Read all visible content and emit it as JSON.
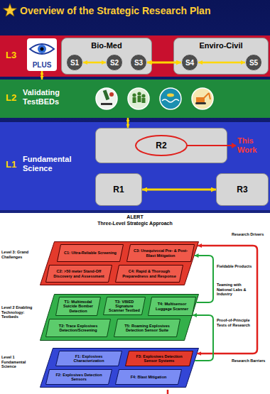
{
  "diagram": {
    "title": "Overview of the Strategic Research Plan",
    "nodes": [
      {
        "text": [
          "L3"
        ]
      },
      {
        "text": [
          "PLUS"
        ],
        "in": 0
      },
      {
        "text": [
          "Bio-Med"
        ],
        "in": 0
      },
      {
        "text": [
          "S1"
        ],
        "in": 2
      },
      {
        "text": [
          "S2"
        ],
        "in": 2
      },
      {
        "text": [
          "S3"
        ],
        "in": 2
      },
      {
        "text": [
          "Enviro-Civil"
        ],
        "in": 0
      },
      {
        "text": [
          "S4"
        ],
        "in": 6
      },
      {
        "text": [
          "S5"
        ],
        "in": 6
      },
      {
        "text": [
          "L2",
          "Validating TestBEDs"
        ]
      },
      {
        "text": [
          "L1",
          "Fundamental Science"
        ]
      },
      {
        "text": [
          "R2"
        ],
        "in": 10
      },
      {
        "text": [
          "R1"
        ],
        "in": 10
      },
      {
        "text": [
          "R3"
        ],
        "in": 10
      },
      {
        "text": [
          "Level 3: Grand Challenges"
        ]
      },
      {
        "text": [
          "C1: Ultra-Reliable Screening"
        ],
        "in": 14
      },
      {
        "text": [
          "C3: Unequivocal Pre- & Post-Blast Mitigation"
        ],
        "in": 14
      },
      {
        "text": [
          "C2: >50 meter Stand-Off Discovery and Assessment"
        ],
        "in": 14
      },
      {
        "text": [
          "C4: Rapid & Thorough Preparedness and Response"
        ],
        "in": 14
      },
      {
        "text": [
          "Level 2 Enabling Technology: Testbeds"
        ]
      },
      {
        "text": [
          "T1: Multimodal Suicide Bomber Detection"
        ],
        "in": 19
      },
      {
        "text": [
          "T3: VBIED Signature Scanner Testbed"
        ],
        "in": 19
      },
      {
        "text": [
          "T4: Multisensor Luggage Scanner"
        ],
        "in": 19
      },
      {
        "text": [
          "T2: Trace Explosives Detection/Screening"
        ],
        "in": 19
      },
      {
        "text": [
          "T5: Roaming Explosives Detection Sensor Suite"
        ],
        "in": 19
      },
      {
        "text": [
          "Level 1 Fundamental Science"
        ]
      },
      {
        "text": [
          "F1: Explosives Characterization"
        ],
        "in": 25
      },
      {
        "text": [
          "F3: Explosives Detection Sensor Systems"
        ],
        "in": 25
      },
      {
        "text": [
          "F2: Explosives Detection Sensors"
        ],
        "in": 25
      },
      {
        "text": [
          "F4: Blast Mitigation"
        ],
        "in": 25
      }
    ],
    "edges": [
      {
        "from": 3,
        "to": 4,
        "arrow": "both"
      },
      {
        "from": 5,
        "to": 7,
        "arrow": "both"
      },
      {
        "from": 7,
        "to": 8,
        "arrow": "both"
      },
      {
        "from": 1,
        "to": 9,
        "arrow": "both"
      },
      {
        "from": 9,
        "to": 11,
        "arrow": "both"
      },
      {
        "from": 12,
        "to": 13,
        "arrow": "both"
      },
      {
        "from": 25,
        "to": 14,
        "arrow": "both"
      },
      {
        "from": 25,
        "to": 19,
        "arrow": "to"
      },
      {
        "from": 19,
        "to": 14,
        "arrow": "to"
      }
    ],
    "labels": [
      "This Work",
      "ALERT",
      "Three-Level Strategic Approach",
      "Research Drivers",
      "Fieldable Products",
      "Teaming with National Labs & Industry",
      "Proof-of-Principle Tests of Research",
      "Research Barriers"
    ]
  }
}
